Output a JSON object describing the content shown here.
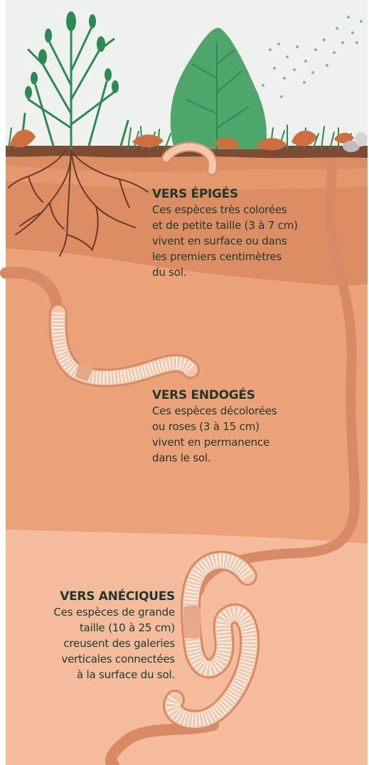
{
  "colors": {
    "sky": "#eef1ee",
    "litter": "#7d4a33",
    "soil_top": "#dc8d63",
    "soil_mid": "#eba279",
    "soil_low": "#f4bb9c",
    "soil_deep": "#f8cab0",
    "burrow": "#d88a66",
    "worm_fill": "#f3c7ab",
    "worm_stripe": "#ffffff",
    "clitellum": "#e8a787",
    "plant_dark": "#2e8a55",
    "plant_light": "#4fa66b",
    "leaf": "#cf6e3e",
    "root": "#6b3b27",
    "text": "#1f3a2c"
  },
  "groups": [
    {
      "id": "epiges",
      "title": "VERS ÉPIGÉS",
      "description": "Ces espèces très colorées\net de petite taille (3 à 7 cm)\nvivent en surface ou dans\nles premiers centimètres\ndu sol."
    },
    {
      "id": "endoges",
      "title": "VERS ENDOGÉS",
      "description": "Ces espèces décolorées\nou roses (3 à 15 cm)\nvivent en permanence\ndans le sol."
    },
    {
      "id": "aneciques",
      "title": "VERS ANÉCIQUES",
      "description": "Ces espèces de grande\ntaille (10 à 25 cm)\ncreusent des galeries\nverticales connectées\nà la surface du sol."
    }
  ]
}
